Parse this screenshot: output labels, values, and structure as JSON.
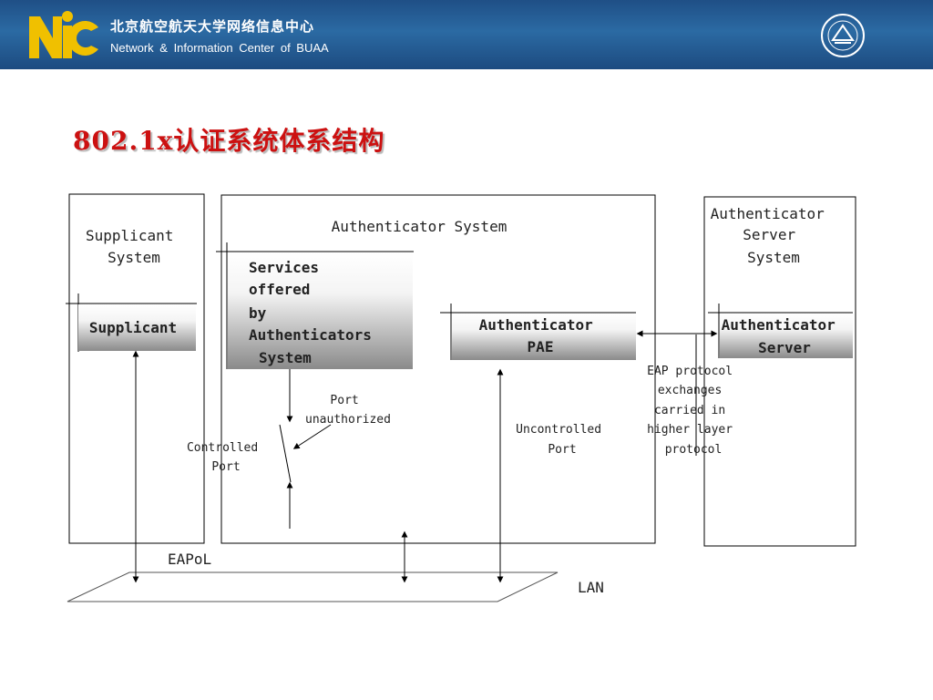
{
  "header": {
    "org_name_cn": "北京航空航天大学网络信息中心",
    "org_name_en": "Network & Information Center of BUAA",
    "logo_icon": "nic-logo-icon",
    "seal_icon": "university-seal-icon",
    "colors": {
      "banner": "#1f4f86",
      "logo_yellow": "#f0c000",
      "title_red": "#cc1111"
    }
  },
  "title": "802.1x认证系统体系结构",
  "diagram": {
    "supplicant_system": {
      "line1": "Supplicant",
      "line2": "System"
    },
    "supplicant": "Supplicant",
    "authenticator_system": "Authenticator System",
    "services": {
      "line1": "Services",
      "line2": "offered",
      "line3": "by",
      "line4": "Authenticators",
      "line5": "System"
    },
    "authenticator_pae": {
      "line1": "Authenticator",
      "line2": "PAE"
    },
    "port_unauthorized": {
      "line1": "Port",
      "line2": "unauthorized"
    },
    "controlled_port": {
      "line1": "Controlled",
      "line2": "Port"
    },
    "uncontrolled_port": {
      "line1": "Uncontrolled",
      "line2": "Port"
    },
    "server_system": {
      "line1": "Authenticator",
      "line2": "Server",
      "line3": "System"
    },
    "authenticator_server": {
      "line1": "Authenticator",
      "line2": "Server"
    },
    "eap_text": {
      "line1": "EAP protocol",
      "line2": "exchanges",
      "line3": "carried in",
      "line4": "higher layer",
      "line5": "protocol"
    },
    "eapol": "EAPoL",
    "lan": "LAN"
  }
}
